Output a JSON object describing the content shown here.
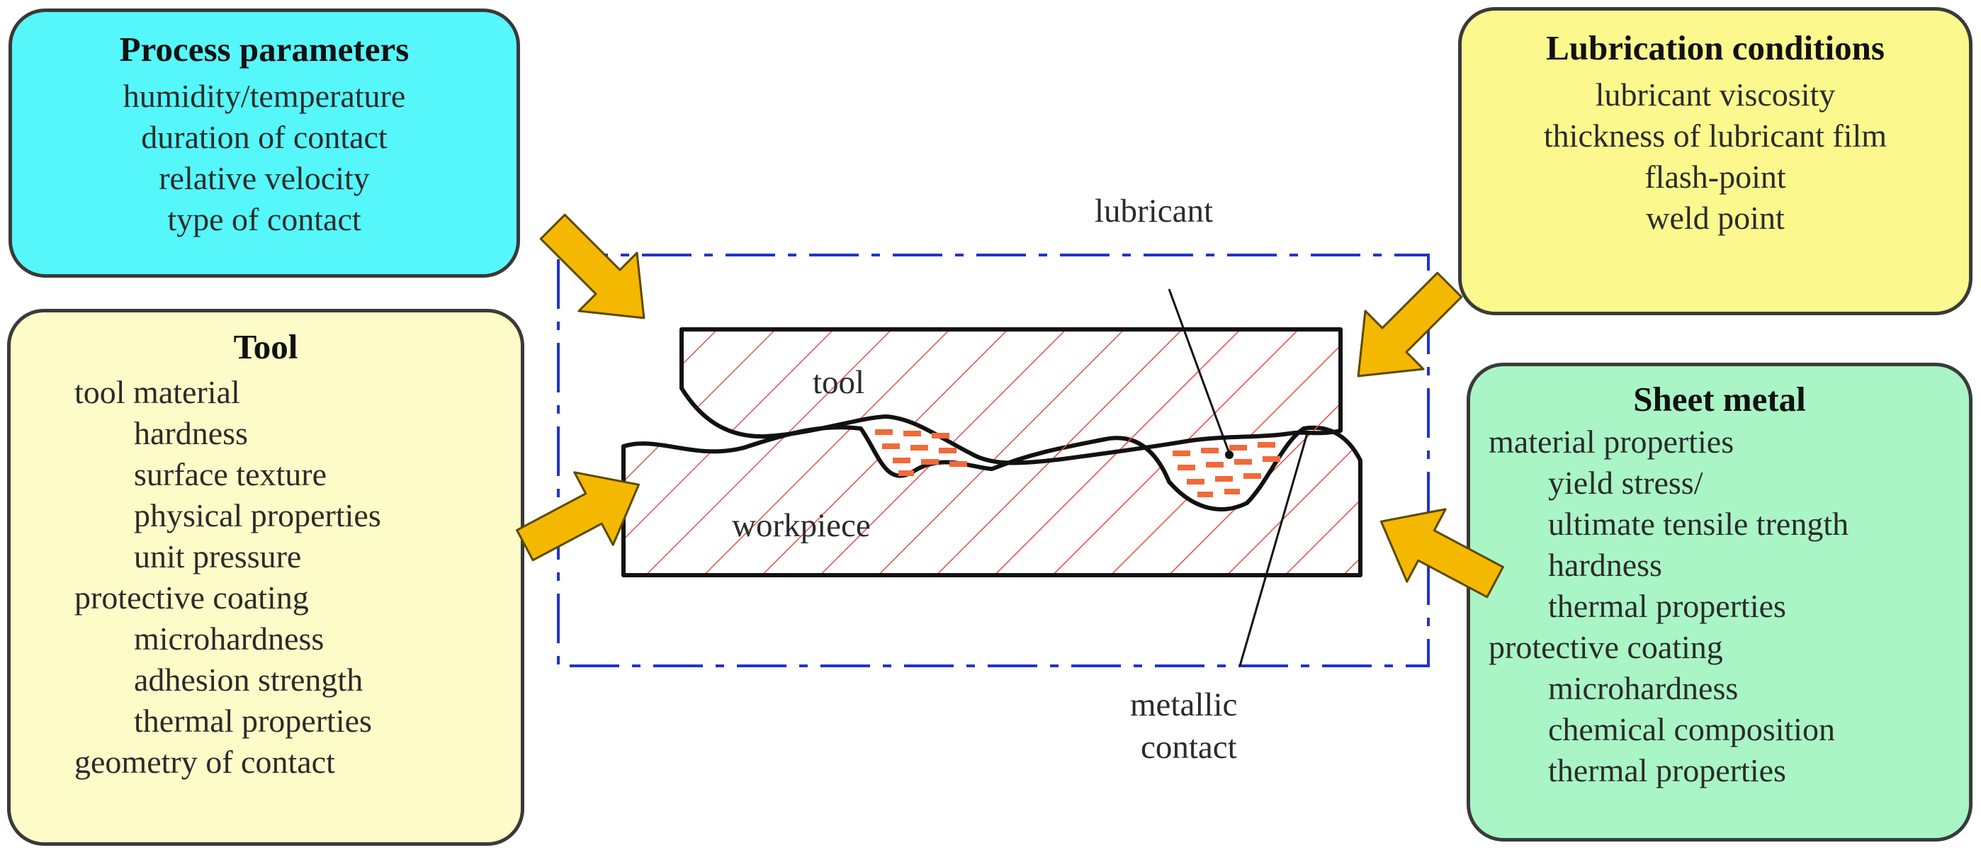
{
  "process_parameters": {
    "title": "Process parameters",
    "items": [
      "humidity/temperature",
      "duration of contact",
      "relative velocity",
      "type of contact"
    ]
  },
  "lubrication_conditions": {
    "title": "Lubrication conditions",
    "items": [
      "lubricant viscosity",
      "thickness of lubricant film",
      "flash-point",
      "weld point"
    ]
  },
  "tool": {
    "title": "Tool",
    "items": [
      {
        "text": "tool material",
        "level": 0
      },
      {
        "text": "hardness",
        "level": 1
      },
      {
        "text": "surface  texture",
        "level": 1
      },
      {
        "text": "physical properties",
        "level": 1
      },
      {
        "text": "unit pressure",
        "level": 1
      },
      {
        "text": "protective coating",
        "level": 0
      },
      {
        "text": "microhardness",
        "level": 1
      },
      {
        "text": "adhesion strength",
        "level": 1
      },
      {
        "text": "thermal properties",
        "level": 1
      },
      {
        "text": "geometry of contact",
        "level": 0
      }
    ]
  },
  "sheet_metal": {
    "title": "Sheet metal",
    "items": [
      {
        "text": "material properties",
        "level": 0
      },
      {
        "text": "yield stress/",
        "level": 1
      },
      {
        "text": "ultimate tensile trength",
        "level": 1
      },
      {
        "text": "hardness",
        "level": 1
      },
      {
        "text": "thermal properties",
        "level": 1
      },
      {
        "text": "protective coating",
        "level": 0
      },
      {
        "text": "microhardness",
        "level": 1
      },
      {
        "text": "chemical composition",
        "level": 1
      },
      {
        "text": "thermal properties",
        "level": 1
      }
    ]
  },
  "diagram_labels": {
    "tool": "tool",
    "workpiece": "workpiece",
    "lubricant": "lubricant",
    "metallic_line1": "metallic",
    "metallic_line2": "contact"
  },
  "colors": {
    "process_box": "#55f7fb",
    "lubrication_box": "#fbf98d",
    "tool_box": "#fdfcc8",
    "sheet_box": "#a9f5c5",
    "arrow": "#f5b800",
    "hatch": "#e2504a",
    "lubricant": "#f06a3a",
    "frame": "#2233cc"
  }
}
